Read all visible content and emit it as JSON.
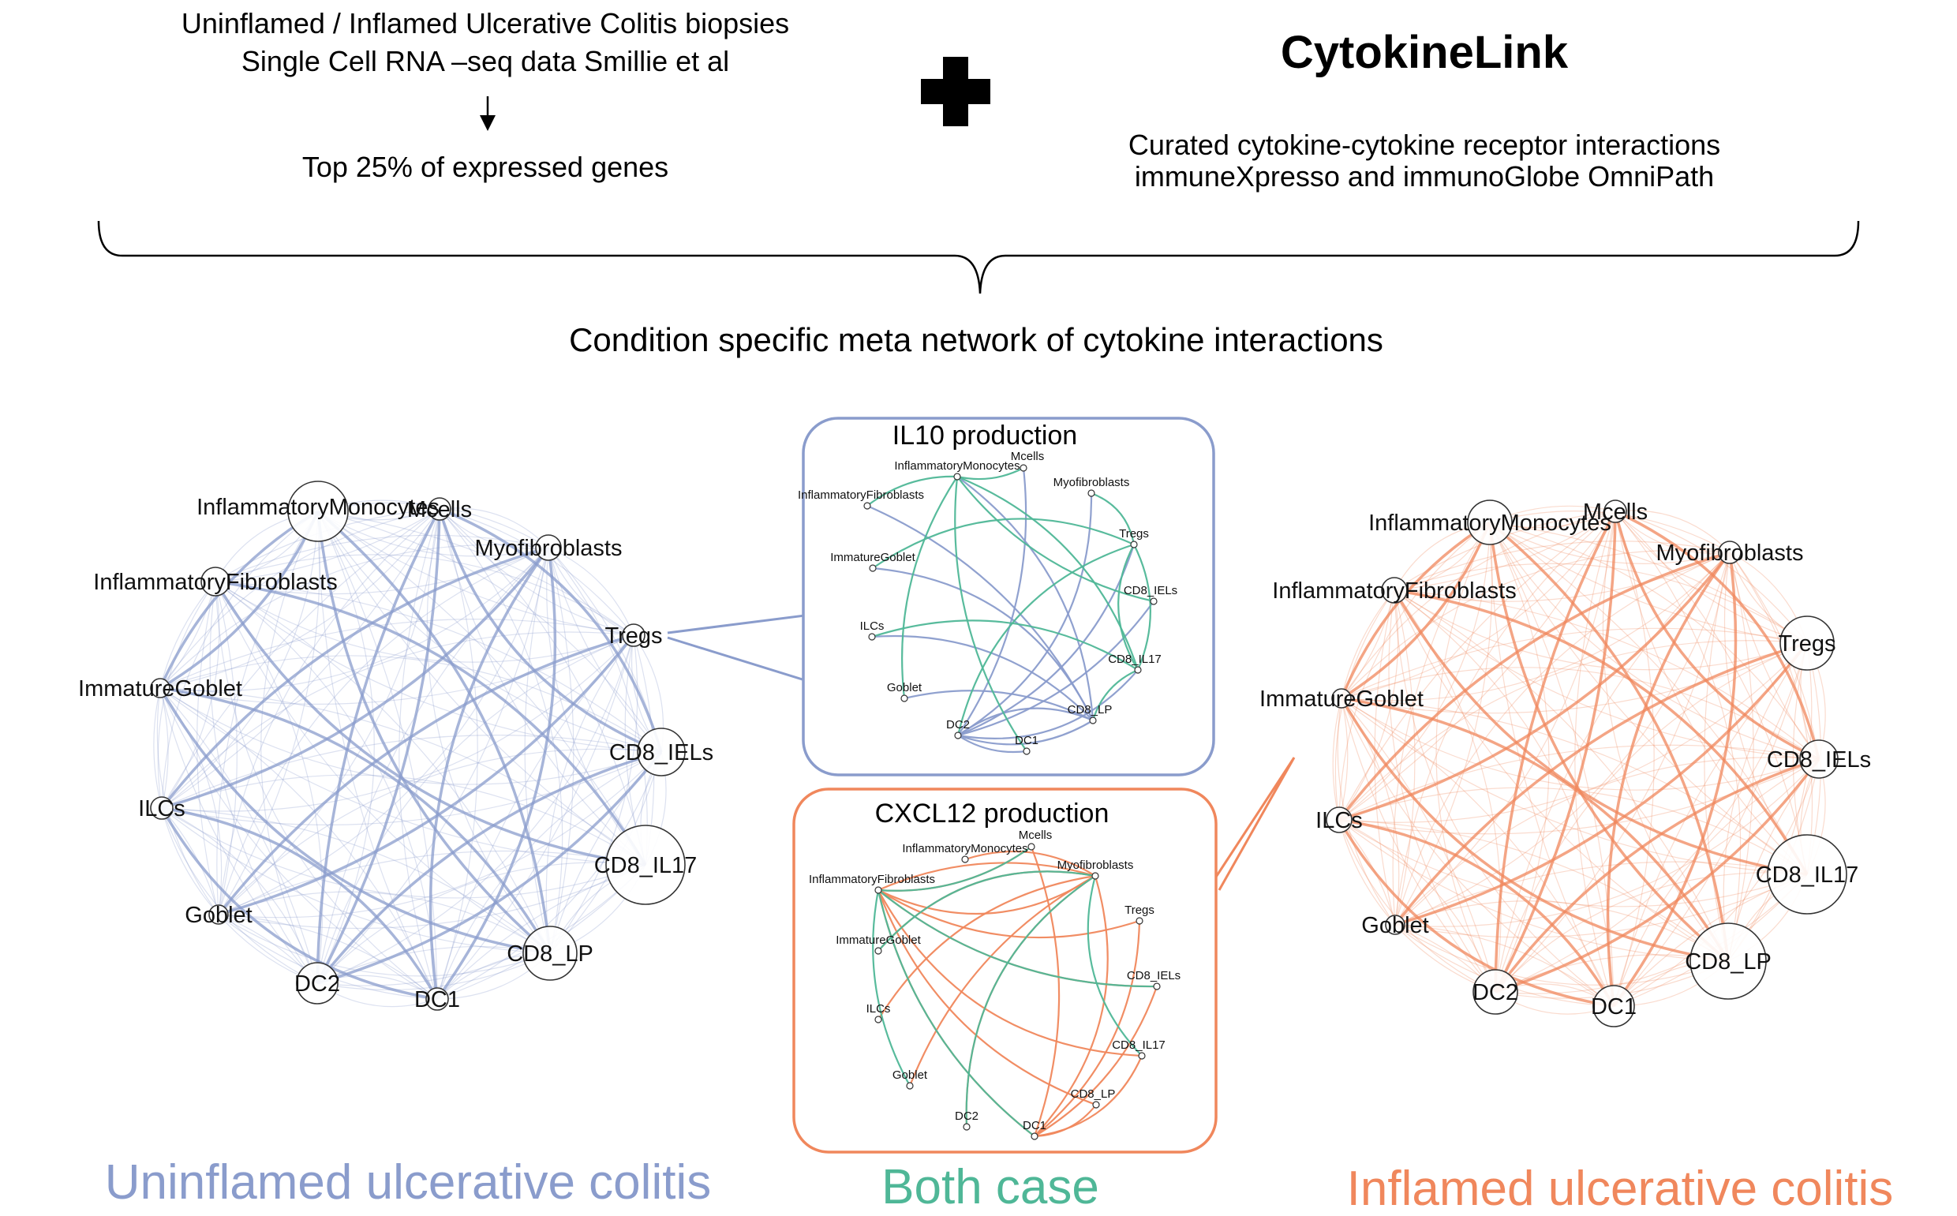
{
  "header": {
    "left_line1": "Uninflamed / Inflamed Ulcerative Colitis biopsies",
    "left_line2": "Single Cell RNA –seq data Smillie et al",
    "left_result": "Top 25% of expressed genes",
    "right_title": "CytokineLink",
    "right_line1": "Curated cytokine-cytokine receptor interactions",
    "right_line2": "immuneXpresso and immunoGlobe OmniPath",
    "combined": "Condition specific meta network of cytokine interactions"
  },
  "colors": {
    "uninflamed": "#8a9ccc",
    "inflamed": "#f0875c",
    "both": "#4fb797",
    "node_stroke": "#333333"
  },
  "networks": {
    "uninflamed": {
      "label": "Uninflamed ulcerative colitis",
      "nodes": [
        {
          "id": "InflammatoryMonocytes",
          "label": "InflammatoryMonocytes",
          "size": 38
        },
        {
          "id": "Mcells",
          "label": "Mcells",
          "size": 14
        },
        {
          "id": "Myofibroblasts",
          "label": "Myofibroblasts",
          "size": 16
        },
        {
          "id": "InflammatoryFibroblasts",
          "label": "InflammatoryFibroblasts",
          "size": 18
        },
        {
          "id": "Tregs",
          "label": "Tregs",
          "size": 14
        },
        {
          "id": "ImmatureGoblet",
          "label": "ImmatureGoblet",
          "size": 12
        },
        {
          "id": "CD8_IELs",
          "label": "CD8_IELs",
          "size": 30
        },
        {
          "id": "ILCs",
          "label": "ILCs",
          "size": 14
        },
        {
          "id": "CD8_IL17",
          "label": "CD8_IL17",
          "size": 50
        },
        {
          "id": "Goblet",
          "label": "Goblet",
          "size": 12
        },
        {
          "id": "CD8_LP",
          "label": "CD8_LP",
          "size": 34
        },
        {
          "id": "DC2",
          "label": "DC2",
          "size": 26
        },
        {
          "id": "DC1",
          "label": "DC1",
          "size": 14
        }
      ]
    },
    "inflamed": {
      "label": "Inflamed ulcerative colitis",
      "nodes": [
        {
          "id": "InflammatoryMonocytes",
          "label": "InflammatoryMonocytes",
          "size": 28
        },
        {
          "id": "Mcells",
          "label": "Mcells",
          "size": 14
        },
        {
          "id": "Myofibroblasts",
          "label": "Myofibroblasts",
          "size": 14
        },
        {
          "id": "InflammatoryFibroblasts",
          "label": "InflammatoryFibroblasts",
          "size": 16
        },
        {
          "id": "Tregs",
          "label": "Tregs",
          "size": 34
        },
        {
          "id": "ImmatureGoblet",
          "label": "ImmatureGoblet",
          "size": 12
        },
        {
          "id": "CD8_IELs",
          "label": "CD8_IELs",
          "size": 24
        },
        {
          "id": "ILCs",
          "label": "ILCs",
          "size": 16
        },
        {
          "id": "CD8_IL17",
          "label": "CD8_IL17",
          "size": 50
        },
        {
          "id": "Goblet",
          "label": "Goblet",
          "size": 12
        },
        {
          "id": "CD8_LP",
          "label": "CD8_LP",
          "size": 48
        },
        {
          "id": "DC2",
          "label": "DC2",
          "size": 28
        },
        {
          "id": "DC1",
          "label": "DC1",
          "size": 26
        }
      ]
    },
    "both": {
      "label": "Both case"
    }
  },
  "insets": {
    "il10": {
      "title": "IL10 production",
      "nodes": [
        {
          "id": "Mcells",
          "label": "Mcells"
        },
        {
          "id": "InflammatoryMonocytes",
          "label": "InflammatoryMonocytes"
        },
        {
          "id": "Myofibroblasts",
          "label": "Myofibroblasts"
        },
        {
          "id": "InflammatoryFibroblasts",
          "label": "InflammatoryFibroblasts"
        },
        {
          "id": "Tregs",
          "label": "Tregs"
        },
        {
          "id": "ImmatureGoblet",
          "label": "ImmatureGoblet"
        },
        {
          "id": "CD8_IELs",
          "label": "CD8_IELs"
        },
        {
          "id": "ILCs",
          "label": "ILCs"
        },
        {
          "id": "CD8_IL17",
          "label": "CD8_IL17"
        },
        {
          "id": "Goblet",
          "label": "Goblet"
        },
        {
          "id": "CD8_LP",
          "label": "CD8_LP"
        },
        {
          "id": "DC2",
          "label": "DC2"
        },
        {
          "id": "DC1",
          "label": "DC1"
        }
      ],
      "sources_uninflamed": [
        "DC2",
        "CD8_LP"
      ],
      "sources_both": [
        "InflammatoryMonocytes",
        "Tregs",
        "CD8_IL17"
      ]
    },
    "cxcl12": {
      "title": "CXCL12 production",
      "nodes": [
        {
          "id": "Mcells",
          "label": "Mcells"
        },
        {
          "id": "InflammatoryMonocytes",
          "label": "InflammatoryMonocytes"
        },
        {
          "id": "Myofibroblasts",
          "label": "Myofibroblasts"
        },
        {
          "id": "InflammatoryFibroblasts",
          "label": "InflammatoryFibroblasts"
        },
        {
          "id": "Tregs",
          "label": "Tregs"
        },
        {
          "id": "ImmatureGoblet",
          "label": "ImmatureGoblet"
        },
        {
          "id": "CD8_IELs",
          "label": "CD8_IELs"
        },
        {
          "id": "ILCs",
          "label": "ILCs"
        },
        {
          "id": "CD8_IL17",
          "label": "CD8_IL17"
        },
        {
          "id": "Goblet",
          "label": "Goblet"
        },
        {
          "id": "CD8_LP",
          "label": "CD8_LP"
        },
        {
          "id": "DC2",
          "label": "DC2"
        },
        {
          "id": "DC1",
          "label": "DC1"
        }
      ],
      "sources_inflamed": [
        "InflammatoryFibroblasts",
        "Myofibroblasts",
        "DC1"
      ],
      "sources_both": [
        "InflammatoryFibroblasts",
        "Myofibroblasts"
      ]
    }
  }
}
